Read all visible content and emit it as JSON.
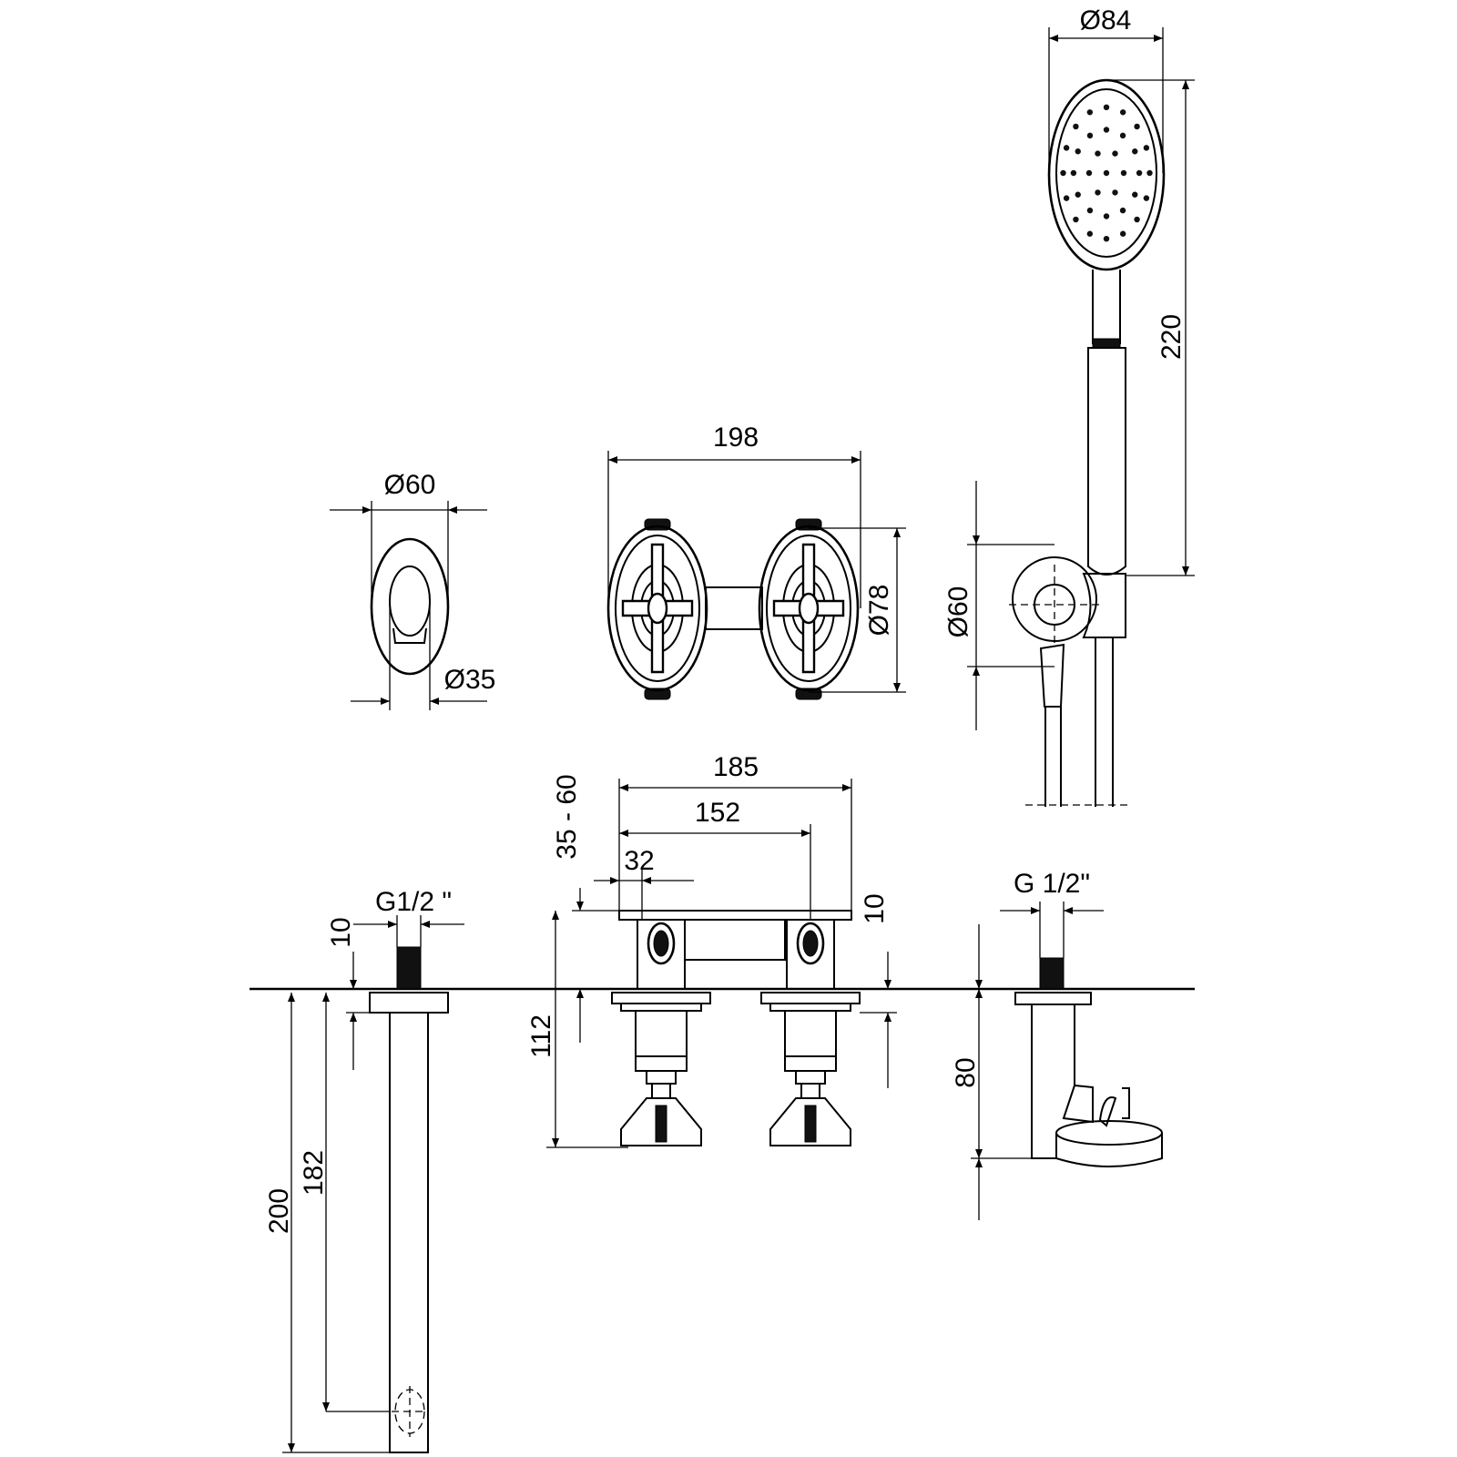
{
  "drawing": {
    "hand_shower": {
      "diameter": "Ø84",
      "height": "220",
      "holder_diameter": "Ø60"
    },
    "spout_plate": {
      "outer_diameter": "Ø60",
      "inner_diameter": "Ø35"
    },
    "valves_top": {
      "width": "198",
      "rosette_diameter": "Ø78"
    },
    "valves_front": {
      "outer_width": "185",
      "center_distance": "152",
      "valve_width": "32",
      "deck_thickness": "35 - 60",
      "height": "112",
      "rosette_height": "10"
    },
    "spout_front": {
      "thread": "G1/2 \"",
      "rosette_height": "10",
      "total_length": "200",
      "outlet_length": "182"
    },
    "hose_outlet": {
      "thread": "G 1/2\"",
      "depth": "80"
    }
  }
}
